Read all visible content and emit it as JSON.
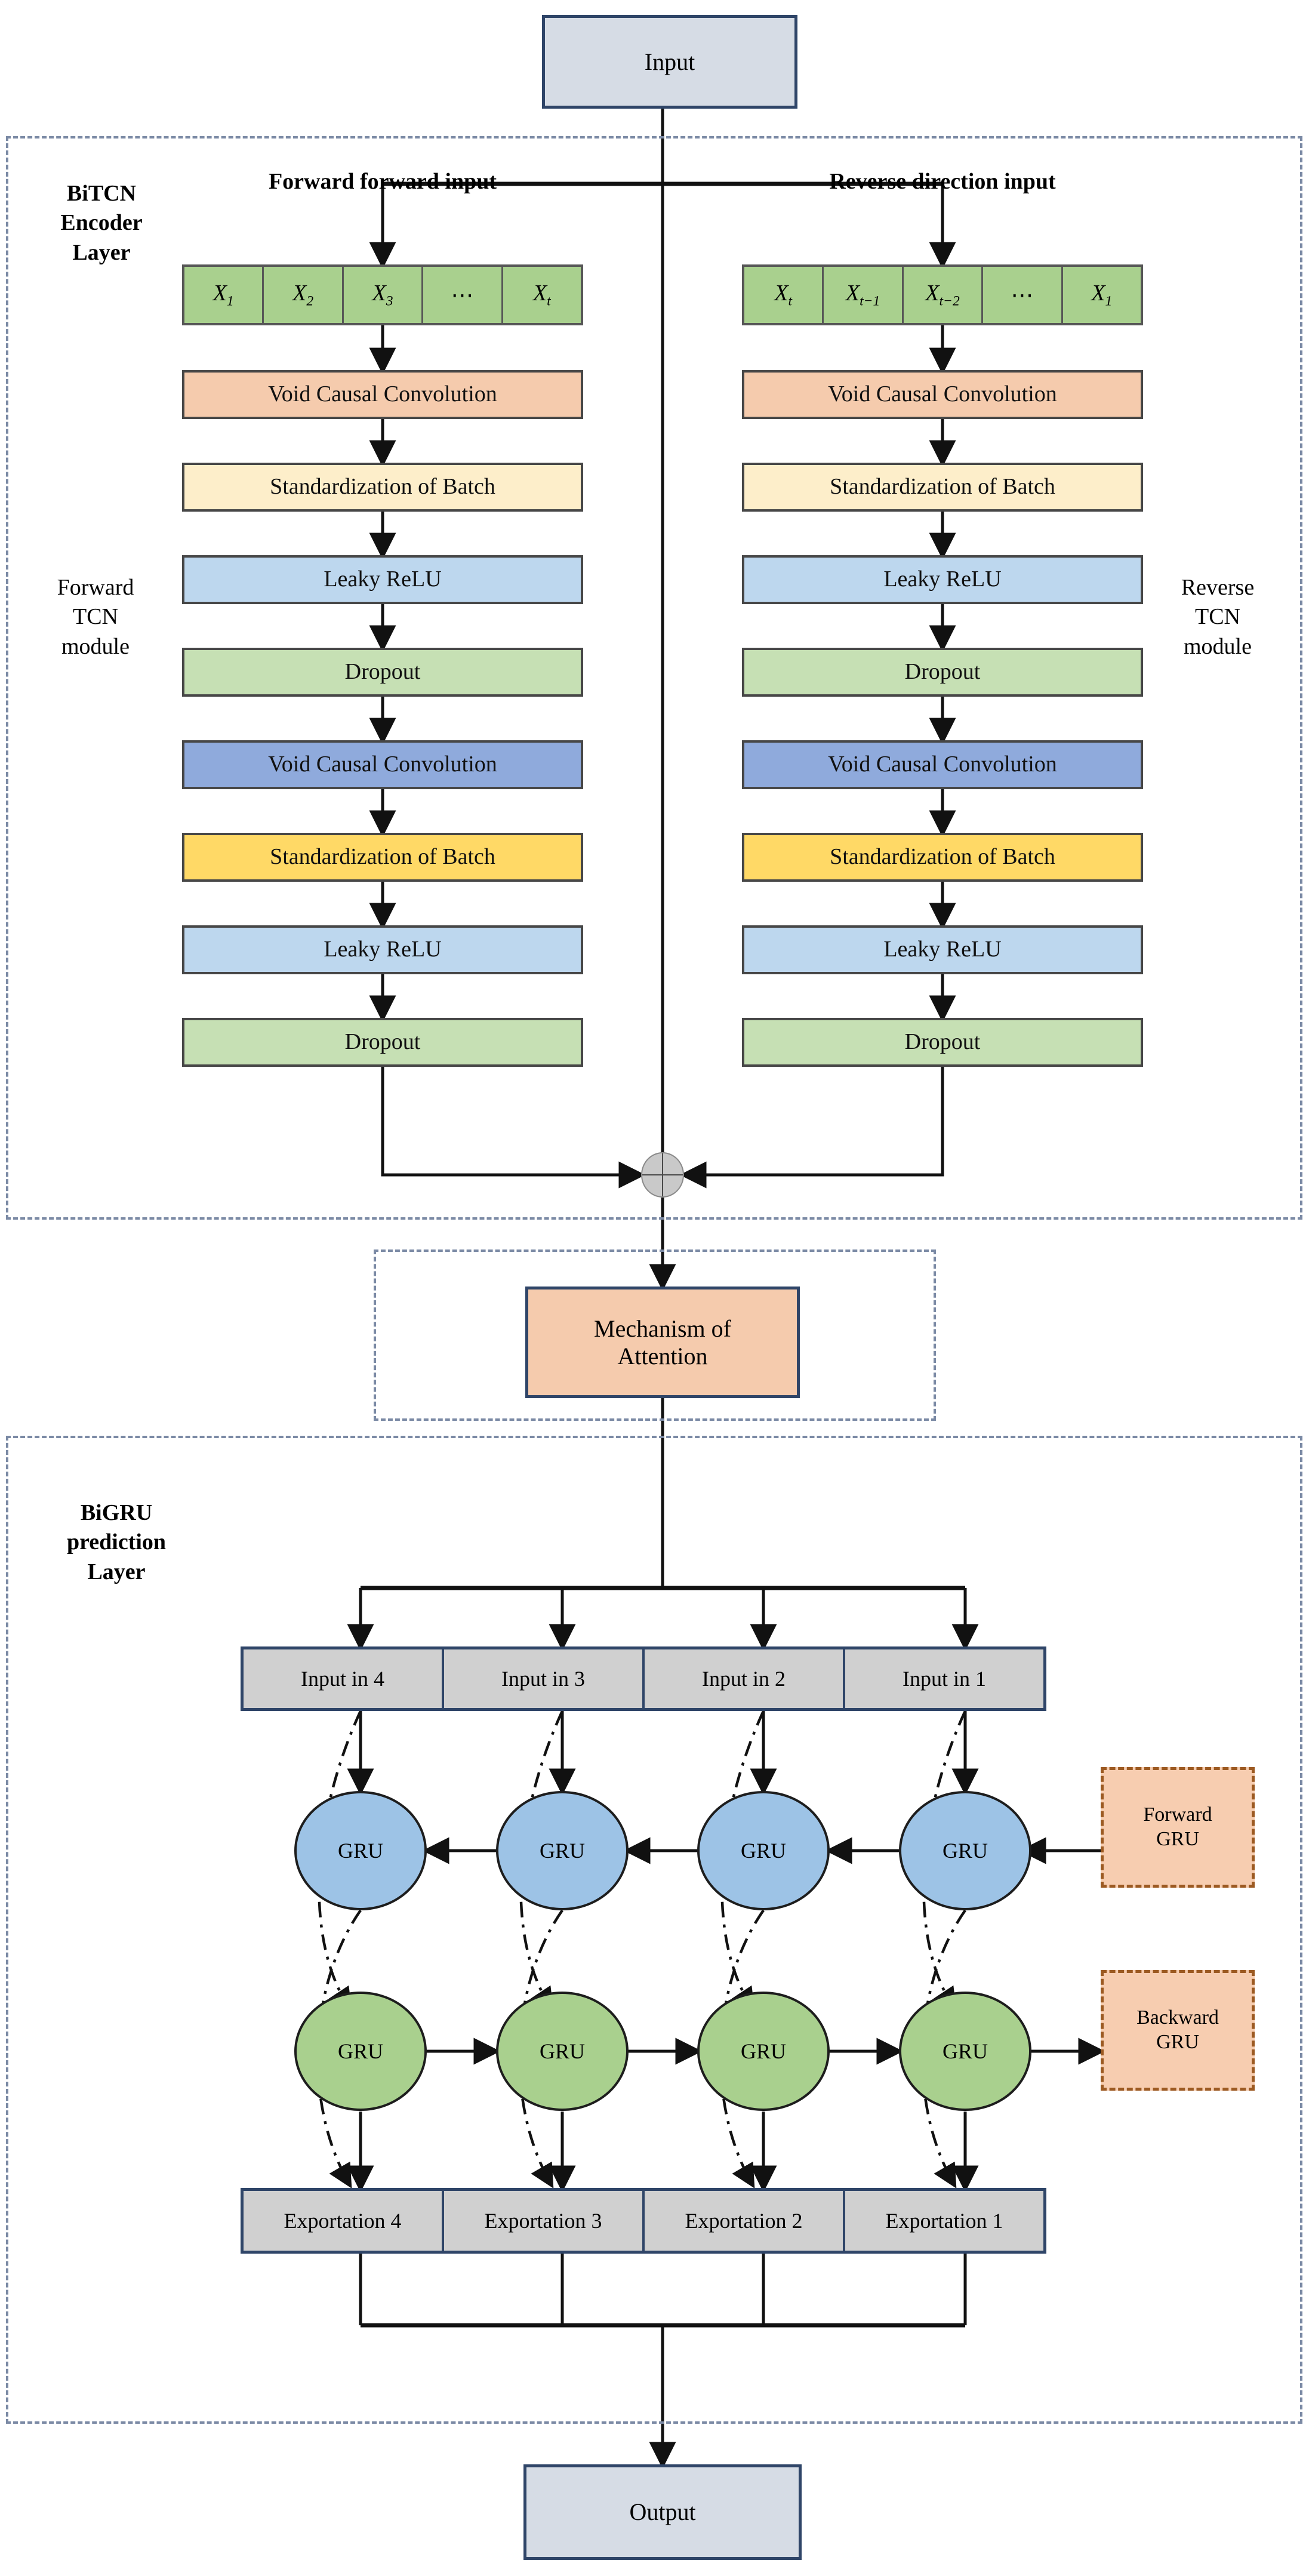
{
  "diagram": {
    "title_io": {
      "input": "Input",
      "output": "Output"
    },
    "side_labels": {
      "bitcn_layer": "BiTCN\nEncoder\nLayer",
      "bitcn_layer_line1": "BiTCN",
      "bitcn_layer_line2": "Encoder",
      "bitcn_layer_line3": "Layer",
      "forward_module_line1": "Forward",
      "forward_module_line2": "TCN",
      "forward_module_line3": "module",
      "reverse_module_line1": "Reverse",
      "reverse_module_line2": "TCN",
      "reverse_module_line3": "module",
      "bigru_layer_line1": "BiGRU",
      "bigru_layer_line2": "prediction",
      "bigru_layer_line3": "Layer"
    },
    "branch_headers": {
      "forward": "Forward forward input",
      "reverse": "Reverse direction input"
    },
    "sequence_forward": {
      "cells": [
        {
          "base": "X",
          "sub": "1"
        },
        {
          "base": "X",
          "sub": "2"
        },
        {
          "base": "X",
          "sub": "3"
        },
        {
          "base": "⋯",
          "sub": ""
        },
        {
          "base": "X",
          "sub": "t"
        }
      ]
    },
    "sequence_reverse": {
      "cells": [
        {
          "base": "X",
          "sub": "t"
        },
        {
          "base": "X",
          "sub": "t−1"
        },
        {
          "base": "X",
          "sub": "t−2"
        },
        {
          "base": "⋯",
          "sub": ""
        },
        {
          "base": "X",
          "sub": "1"
        }
      ]
    },
    "tcn_stack": [
      {
        "label": "Void Causal Convolution",
        "color_class": "c-peach",
        "color": "#f5cbad"
      },
      {
        "label": "Standardization of Batch",
        "color_class": "c-cream",
        "color": "#fdeeca"
      },
      {
        "label": "Leaky ReLU",
        "color_class": "c-lblue",
        "color": "#bdd7ee"
      },
      {
        "label": "Dropout",
        "color_class": "c-lgreen",
        "color": "#c6e0b4"
      },
      {
        "label": "Void Causal Convolution",
        "color_class": "c-dblue",
        "color": "#8faadc"
      },
      {
        "label": "Standardization of Batch",
        "color_class": "c-dyellow",
        "color": "#ffd966"
      },
      {
        "label": "Leaky ReLU",
        "color_class": "c-lblue",
        "color": "#bdd7ee"
      },
      {
        "label": "Dropout",
        "color_class": "c-lgreen",
        "color": "#c6e0b4"
      }
    ],
    "attention": {
      "line1": "Mechanism of",
      "line2": "Attention",
      "color": "#f5cbad"
    },
    "bigru": {
      "inputs": [
        "Input in 4",
        "Input in 3",
        "Input in 2",
        "Input in 1"
      ],
      "outputs": [
        "Exportation 4",
        "Exportation 3",
        "Exportation 2",
        "Exportation 1"
      ],
      "cell_label": "GRU",
      "forward_row_count": 4,
      "backward_row_count": 4,
      "legend_forward_line1": "Forward",
      "legend_forward_line2": "GRU",
      "legend_backward_line1": "Backward",
      "legend_backward_line2": "GRU",
      "forward_color": "#9dc3e6",
      "backward_color": "#a9d08e",
      "legend_color": "#f7cdb0"
    },
    "colors": {
      "io_fill": "#d6dce5",
      "io_border": "#2f4568",
      "gray_fill": "#d0d0d0",
      "gray_border": "#2f4568",
      "seq_fill": "#a9d08e",
      "dash_region": "#7b8aa5",
      "legend_border": "#9c5a22",
      "merge_fill": "#c9c9c9"
    }
  }
}
